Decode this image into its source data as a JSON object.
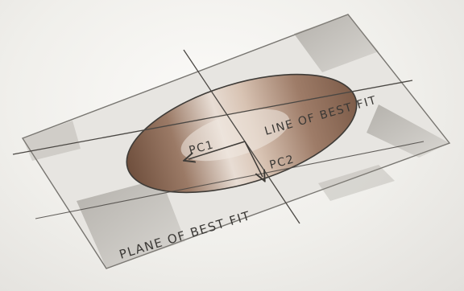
{
  "diagram": {
    "labels": {
      "line": "LINE OF BEST FIT",
      "plane": "PLANE OF BEST FIT",
      "pc1": "PC1",
      "pc2": "PC2"
    },
    "colors": {
      "paper": "#f4f3f0",
      "pencil": "#4a4743",
      "shading": "#8e8a84",
      "ellipse_dark": "#7a5a47",
      "ellipse_light": "#c9ad98"
    }
  }
}
